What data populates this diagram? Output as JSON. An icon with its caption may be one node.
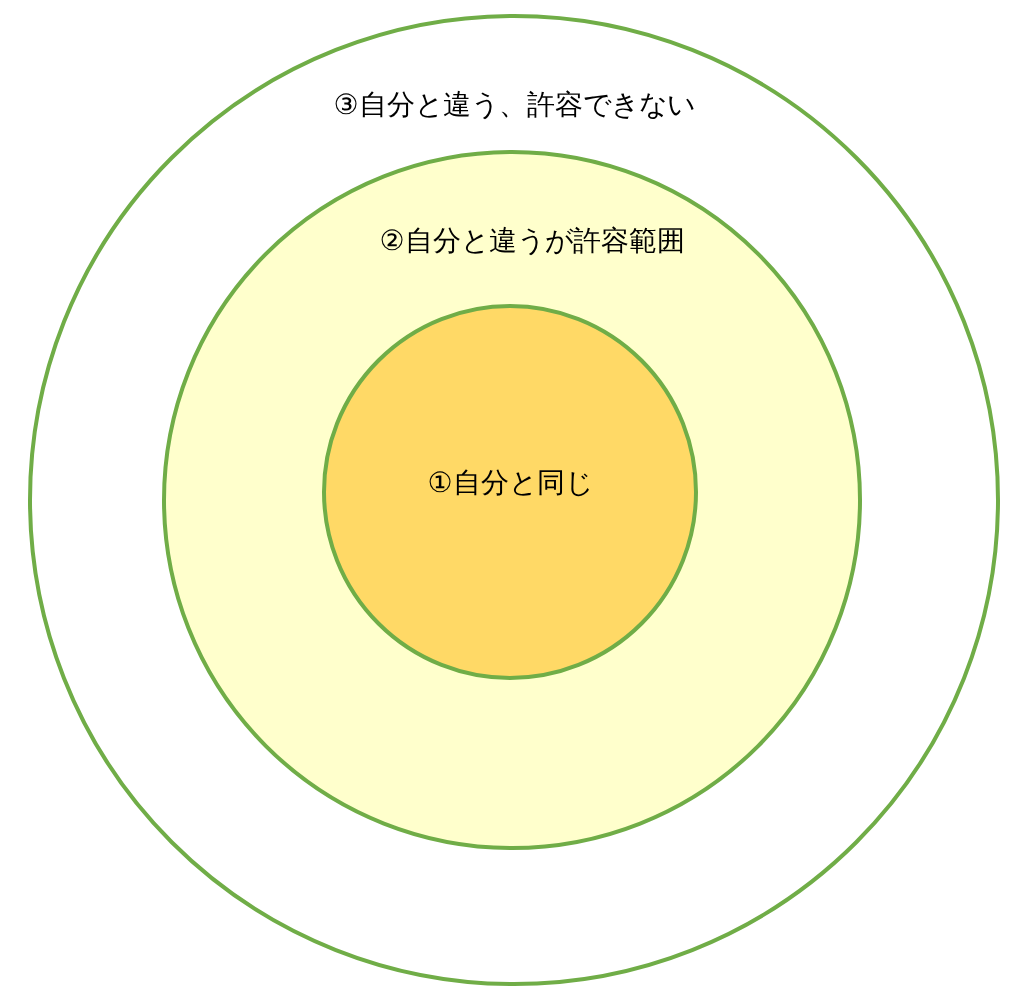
{
  "diagram": {
    "nodes": [
      {
        "text": [
          "③自分と違う、許容できない"
        ]
      },
      {
        "text": [
          "②自分と違うが許容範囲"
        ],
        "in": 0
      },
      {
        "text": [
          "①自分と同じ"
        ],
        "in": 1
      }
    ]
  }
}
